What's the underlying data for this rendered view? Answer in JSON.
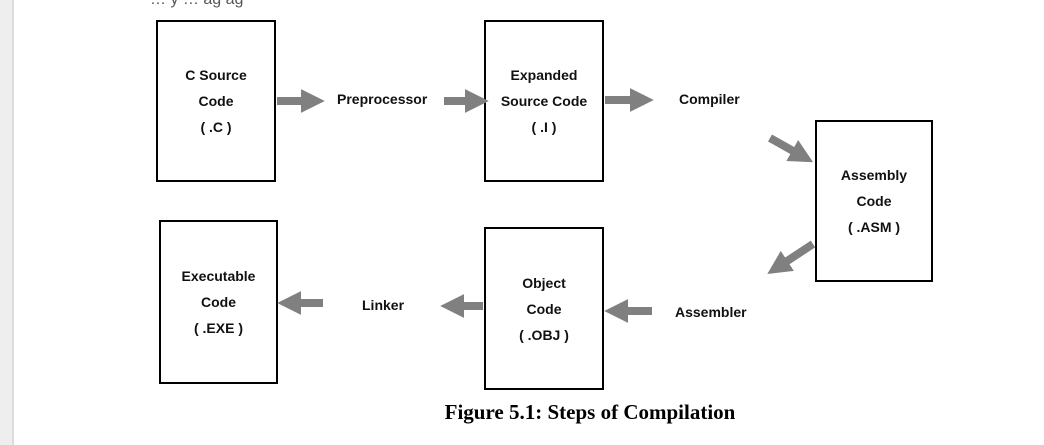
{
  "top_text": "… y   … ag ag",
  "boxes": {
    "c_source": [
      "C Source",
      "Code",
      "( .C )"
    ],
    "expanded": [
      "Expanded",
      "Source Code",
      "( .I )"
    ],
    "assembly": [
      "Assembly",
      "Code",
      "( .ASM )"
    ],
    "object": [
      "Object",
      "Code",
      "( .OBJ )"
    ],
    "executable": [
      "Executable",
      "Code",
      "( .EXE )"
    ]
  },
  "steps": {
    "preprocessor": "Preprocessor",
    "compiler": "Compiler",
    "assembler": "Assembler",
    "linker": "Linker"
  },
  "caption": "Figure 5.1: Steps of Compilation",
  "colors": {
    "arrow": "#808080",
    "border": "#000000"
  }
}
